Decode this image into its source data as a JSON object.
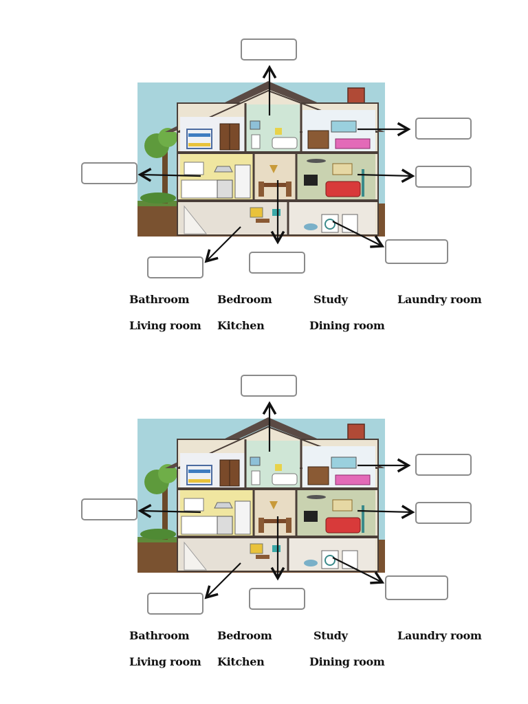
{
  "word_bank": {
    "bathroom": "Bathroom",
    "bedroom": "Bedroom",
    "study": "Study",
    "laundry_room": "Laundry room",
    "living_room": "Living room",
    "kitchen": "Kitchen",
    "dining_room": "Dining room"
  },
  "colors": {
    "sky": "#a8d4dc",
    "roof": "#5a4a44",
    "wall": "#ece4d2",
    "bathroom_wall": "#cfe6d6",
    "kitchen_wall": "#f0e6a0",
    "living_wall": "#c9d2b0",
    "ground": "#7a5230",
    "chimney": "#b04a36",
    "arrow": "#111111",
    "box_border": "#8a8a8a"
  }
}
